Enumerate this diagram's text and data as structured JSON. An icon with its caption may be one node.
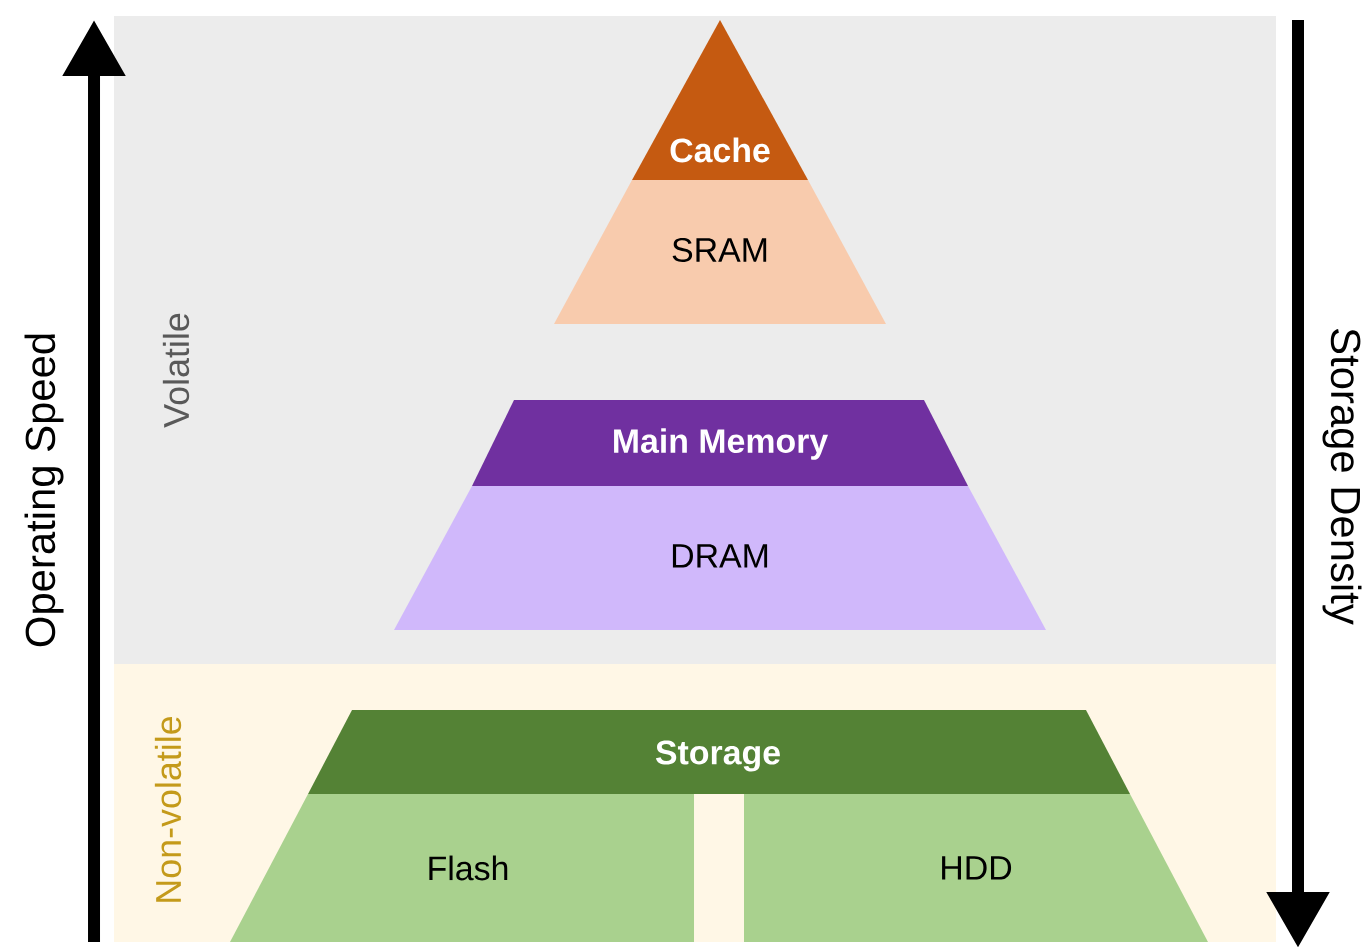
{
  "diagram": {
    "nodes": [
      {
        "text": [
          "Volatile"
        ]
      },
      {
        "text": [
          "Cache"
        ],
        "in": 0
      },
      {
        "text": [
          "SRAM"
        ],
        "in": 0
      },
      {
        "text": [
          "Main Memory"
        ],
        "in": 0
      },
      {
        "text": [
          "DRAM"
        ],
        "in": 0
      },
      {
        "text": [
          "Non-volatile"
        ]
      },
      {
        "text": [
          "Storage"
        ],
        "in": 5
      },
      {
        "text": [
          "Flash"
        ],
        "in": 5
      },
      {
        "text": [
          "HDD"
        ],
        "in": 5
      }
    ],
    "edges": [],
    "labels": [
      "Operating Speed",
      "Storage Density"
    ]
  }
}
